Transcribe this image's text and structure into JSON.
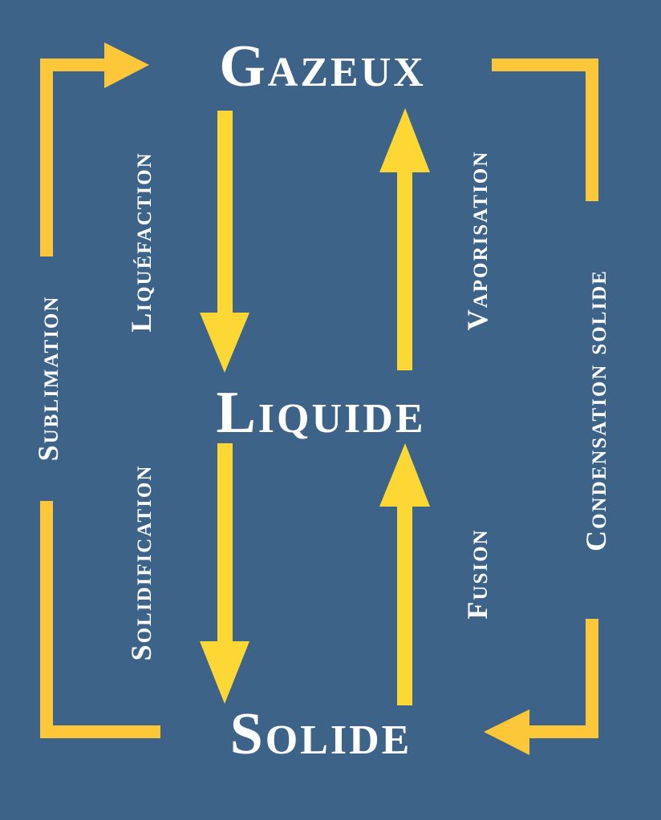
{
  "colors": {
    "background": "#3d6389",
    "outer_arrow": "#fdc73a",
    "inner_arrow": "#fdd835",
    "text": "#ffffff"
  },
  "states": {
    "gas": "Gazeux",
    "liquid": "Liquide",
    "solid": "Solide"
  },
  "transitions": {
    "sublimation": "Sublimation",
    "liquefaction": "Liquéfaction",
    "vaporisation": "Vaporisation",
    "solidification": "Solidification",
    "fusion": "Fusion",
    "condensation": "Condensation solide"
  }
}
